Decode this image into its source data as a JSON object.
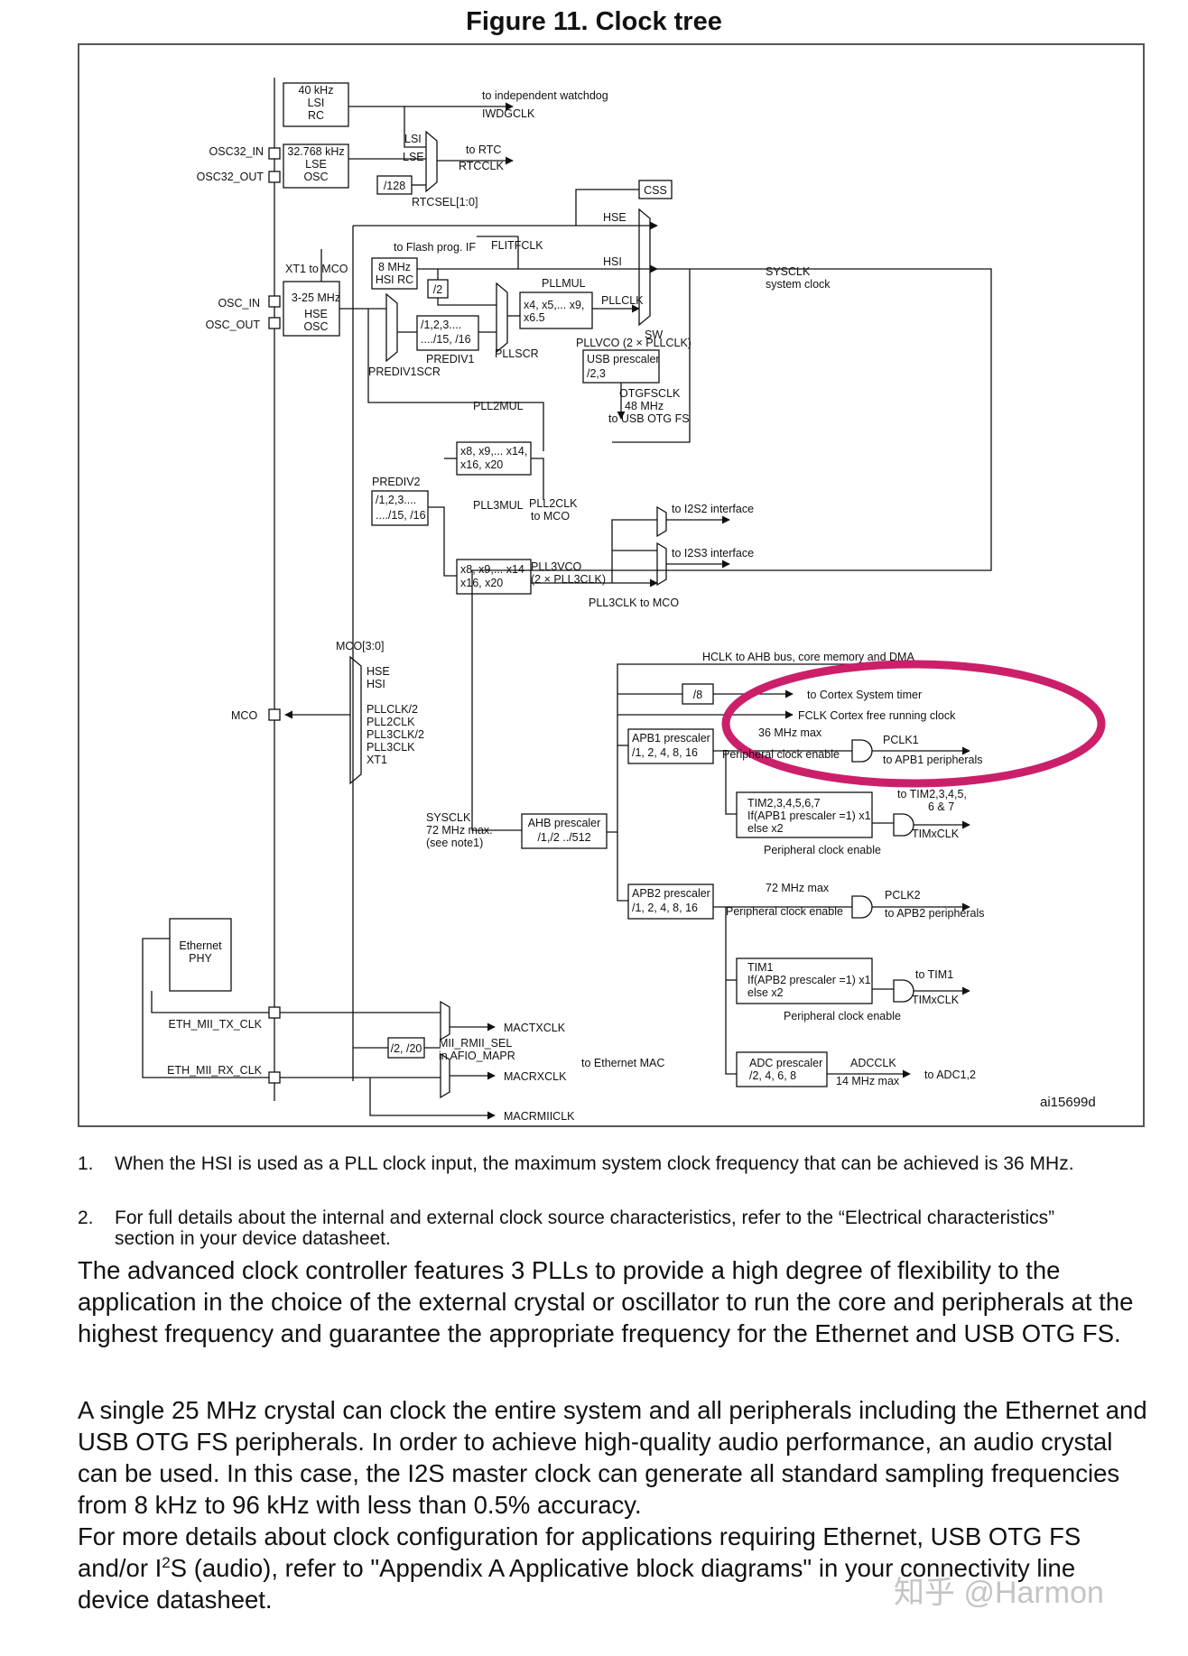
{
  "title": "Figure 11. Clock tree",
  "diagram": {
    "lsi_box": [
      "40 kHz",
      "LSI",
      "RC"
    ],
    "lse_box": [
      "32.768 kHz",
      "LSE",
      "OSC"
    ],
    "hsi_box": [
      "8 MHz",
      "HSI RC"
    ],
    "hse_box": [
      "3-25 MHz",
      "HSE",
      "OSC"
    ],
    "pins": {
      "osc32_in": "OSC32_IN",
      "osc32_out": "OSC32_OUT",
      "osc_in": "OSC_IN",
      "osc_out": "OSC_OUT",
      "mco": "MCO",
      "eth_tx": "ETH_MII_TX_CLK",
      "eth_rx": "ETH_MII_RX_CLK"
    },
    "labels": {
      "to_iwdg": "to independent watchdog",
      "iwdgclk": "IWDGCLK",
      "lsi": "LSI",
      "lse": "LSE",
      "div128": "/128",
      "rtcsel": "RTCSEL[1:0]",
      "to_rtc": "to RTC",
      "rtcclk": "RTCCLK",
      "css": "CSS",
      "hse": "HSE",
      "to_flash": "to Flash prog. IF",
      "flitfclk": "FLITFCLK",
      "hsi": "HSI",
      "xt1_to_mco": "XT1 to MCO",
      "div2": "/2",
      "pllmul": "PLLMUL",
      "pllmul_box": [
        "x4, x5,... x9,",
        "x6.5"
      ],
      "pllclk": "PLLCLK",
      "sw": "SW",
      "sysclk_out": [
        "SYSCLK",
        "system clock"
      ],
      "prediv1_box": [
        "/1,2,3....",
        "..../15, /16"
      ],
      "prediv1": "PREDIV1",
      "prediv1scr": "PREDIV1SCR",
      "pllscr": "PLLSCR",
      "pllvco": "PLLVCO (2 × PLLCLK)",
      "usb_prescaler": [
        "USB prescaler",
        "/2,3"
      ],
      "otgfsclk": "OTGFSCLK",
      "otg_freq": "48 MHz",
      "to_usb": "to USB OTG FS",
      "pll2mul": "PLL2MUL",
      "pll2mul_box": [
        "x8, x9,... x14,",
        "x16, x20"
      ],
      "prediv2": "PREDIV2",
      "prediv2_box": [
        "/1,2,3....",
        "..../15, /16"
      ],
      "pll3mul": "PLL3MUL",
      "pll3mul_box": [
        "x8, x9,... x14",
        "x16, x20"
      ],
      "pll2clk": "PLL2CLK",
      "to_mco": "to MCO",
      "pll3vco": [
        "PLL3VCO",
        "(2 × PLL3CLK)"
      ],
      "pll3clk_to_mco": "PLL3CLK to MCO",
      "to_i2s2": "to I2S2 interface",
      "to_i2s3": "to I2S3 interface",
      "mco_sel": "MCO[3:0]",
      "mco_inputs": [
        "HSE",
        "HSI",
        "PLLCLK/2",
        "PLL2CLK",
        "PLL3CLK/2",
        "PLL3CLK",
        "XT1"
      ],
      "hclk": "HCLK to AHB bus, core memory and DMA",
      "div8": "/8",
      "to_systick": "to Cortex System timer",
      "fclk": "FCLK Cortex free running clock",
      "apb1_max": "36 MHz max",
      "apb1_box": [
        "APB1 prescaler",
        "/1, 2, 4, 8, 16"
      ],
      "periph_enable": "Peripheral clock enable",
      "pclk1": "PCLK1",
      "to_apb1": "to APB1 peripherals",
      "tim_box": [
        "TIM2,3,4,5,6,7",
        "If(APB1 prescaler =1) x1",
        "else x2"
      ],
      "to_tim2": [
        "to TIM2,3,4,5,",
        "6 & 7"
      ],
      "timxclk": "TIMxCLK",
      "sysclk_in": [
        "SYSCLK",
        "72 MHz max.",
        "(see note1)"
      ],
      "ahb_box": [
        "AHB prescaler",
        "/1,/2 ../512"
      ],
      "apb2_max": "72 MHz max",
      "apb2_box": [
        "APB2 prescaler",
        "/1, 2, 4, 8, 16"
      ],
      "pclk2": "PCLK2",
      "to_apb2": "to APB2 peripherals",
      "tim1_box": [
        "TIM1",
        "If(APB2 prescaler =1) x1",
        "else x2"
      ],
      "to_tim1": "to TIM1",
      "adc_box": [
        "ADC prescaler",
        "/2, 4, 6, 8"
      ],
      "adcclk": "ADCCLK",
      "adc_max": "14 MHz max",
      "to_adc": "to ADC1,2",
      "eth_phy": [
        "Ethernet",
        "PHY"
      ],
      "div2_20": "/2, /20",
      "mactxclk": "MACTXCLK",
      "mii_rmii": [
        "MII_RMII_SEL",
        "in AFIO_MAPR"
      ],
      "macrxclk": "MACRXCLK",
      "to_eth": "to Ethernet MAC",
      "macrmiiclk": "MACRMIICLK",
      "ref": "ai15699d"
    },
    "highlight_color": "#cc1f6a"
  },
  "notes": [
    {
      "num": "1.",
      "text": "When the HSI is used as a PLL clock input, the maximum system clock frequency that can be achieved is 36 MHz."
    },
    {
      "num": "2.",
      "text": "For full details about the internal and external clock source characteristics, refer to the “Electrical characteristics” section in your device datasheet."
    }
  ],
  "paragraphs": {
    "p1": "The advanced clock controller features 3 PLLs to provide a high degree of flexibility to the application in the choice of the external crystal or oscillator to run the core and peripherals at the highest frequency and guarantee the appropriate frequency for the Ethernet and USB OTG FS.",
    "p2": "A single 25 MHz crystal can clock the entire system and all peripherals including the Ethernet and USB OTG FS peripherals. In order to achieve high-quality audio performance, an audio crystal can be used. In this case, the I2S master clock can generate all standard sampling frequencies from 8 kHz to 96 kHz with less than 0.5% accuracy.",
    "p3_a": "For more details about clock configuration for applications requiring Ethernet, USB OTG FS and/or I",
    "p3_sup": "2",
    "p3_b": "S (audio), refer to \"Appendix A Applicative block diagrams\" in your connectivity line device datasheet."
  },
  "watermark": "知乎 @Harmon"
}
